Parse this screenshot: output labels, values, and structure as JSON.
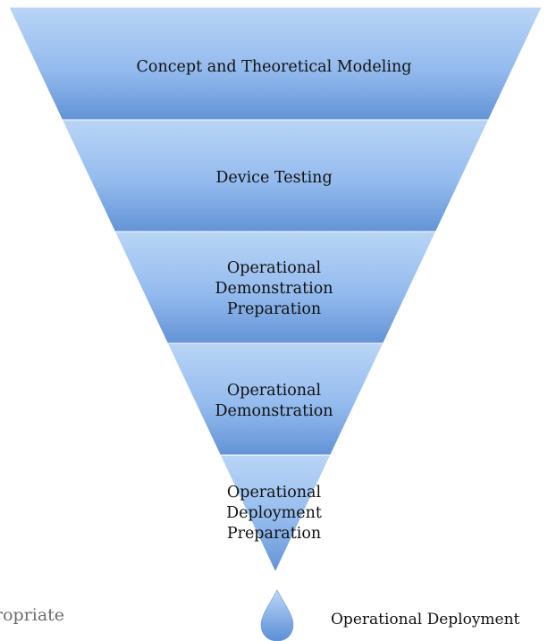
{
  "funnel": {
    "stages": [
      {
        "lines": [
          "Concept and Theoretical Modeling"
        ]
      },
      {
        "lines": [
          "Device Testing"
        ]
      },
      {
        "lines": [
          "Operational",
          "Demonstration",
          "Preparation"
        ]
      },
      {
        "lines": [
          "Operational",
          "Demonstration"
        ]
      },
      {
        "lines": [
          "Operational",
          "Deployment",
          "Preparation"
        ]
      }
    ],
    "colors": {
      "top_light": "#b8d4f5",
      "mid": "#8fb7ec",
      "bottom_dark": "#5f8fd4",
      "droplet_light": "#b9d6f7",
      "droplet_dark": "#5a8fd6"
    }
  },
  "final": {
    "label": "Operational Deployment",
    "icon": "droplet-icon"
  },
  "cut_text": "ropriate"
}
